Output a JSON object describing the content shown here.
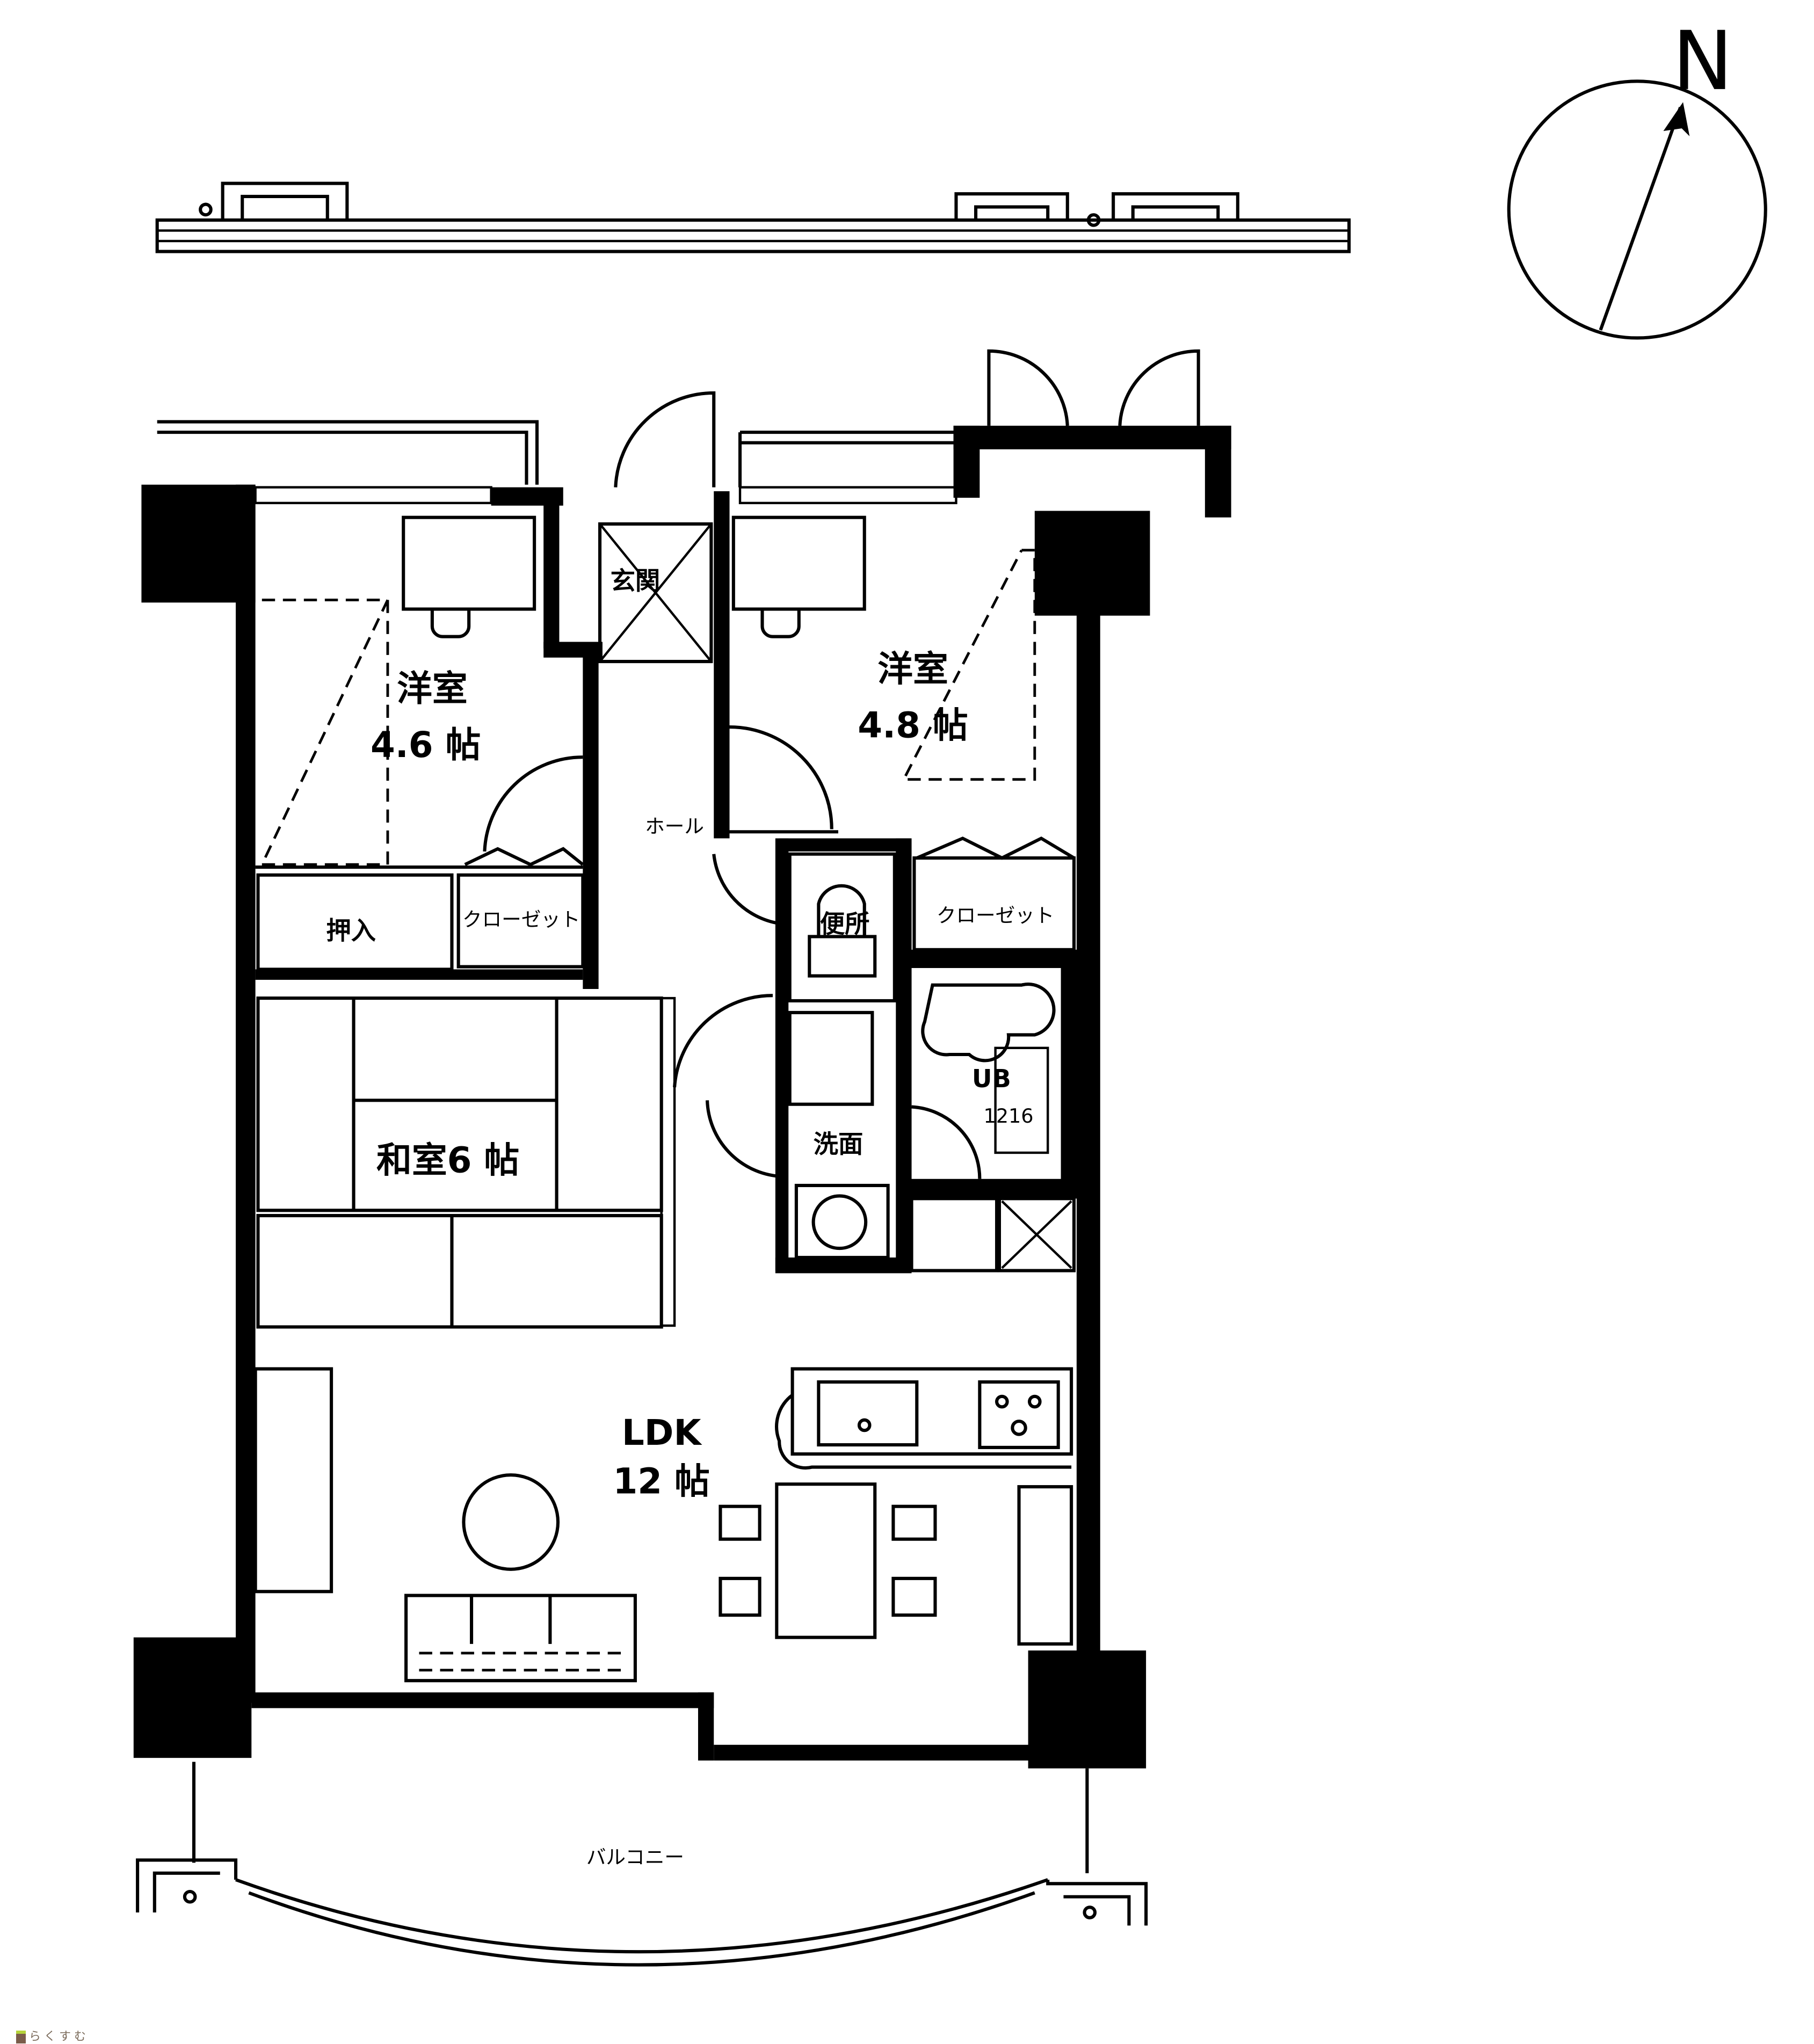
{
  "compass": {
    "label": "N"
  },
  "rooms": {
    "western_room_1": {
      "name": "洋室",
      "size": "4.6 帖"
    },
    "entrance": {
      "name": "玄関"
    },
    "western_room_2": {
      "name": "洋室",
      "size": "4.8 帖"
    },
    "hall": {
      "name": "ホール"
    },
    "oshiire": {
      "name": "押入"
    },
    "closet_1": {
      "name": "クローゼット"
    },
    "toilet": {
      "name": "便所"
    },
    "closet_2": {
      "name": "クローゼット"
    },
    "unit_bath": {
      "name": "UB",
      "size": "1216"
    },
    "washroom": {
      "name": "洗面"
    },
    "japanese_room": {
      "name": "和室6 帖"
    },
    "ldk": {
      "name": "LDK",
      "size": "12 帖"
    },
    "balcony": {
      "name": "バルコニー"
    }
  },
  "watermark": {
    "text": "らくすむ"
  }
}
